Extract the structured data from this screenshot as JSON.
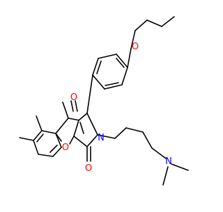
{
  "molecule": {
    "atom_labels": {
      "propoxy_oxygen": "O",
      "ketone_oxygen": "O",
      "ring_oxygen": "O",
      "lactam_oxygen": "O",
      "lactam_nitrogen": "N",
      "amine_nitrogen": "N"
    },
    "colors": {
      "carbon_bond": "#000000",
      "oxygen": "#ff0000",
      "nitrogen": "#0000ff",
      "background": "#ffffff"
    }
  }
}
